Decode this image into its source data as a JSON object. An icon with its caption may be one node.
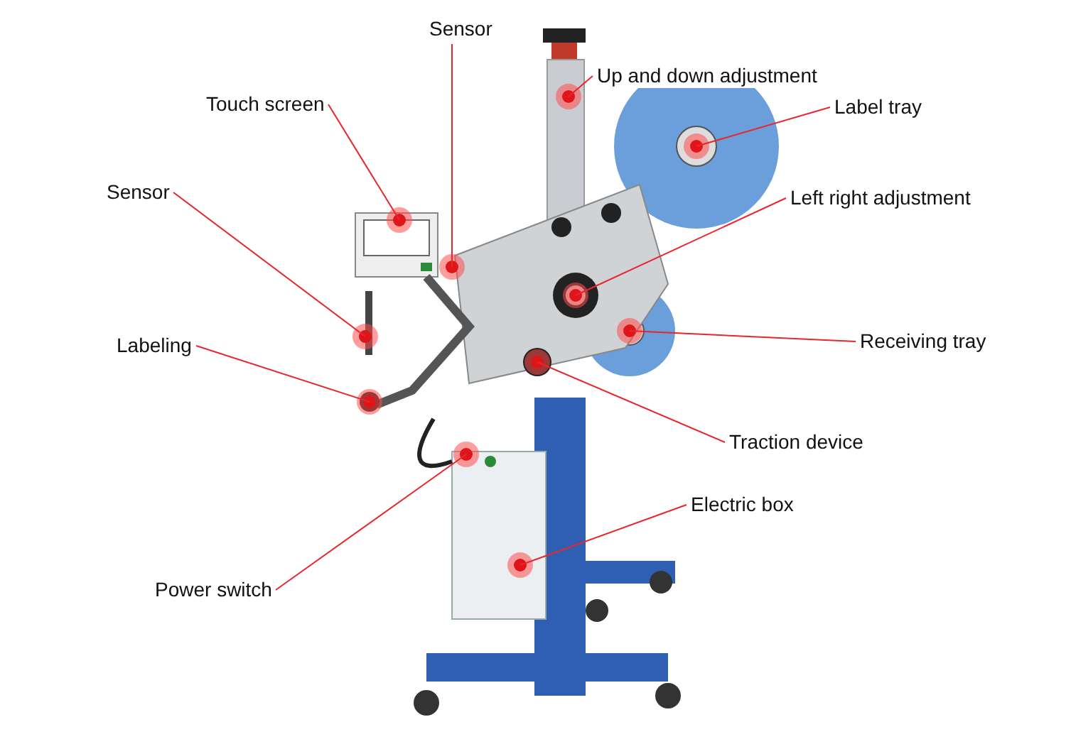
{
  "diagram": {
    "nodes": [
      {
        "text": [
          "Sensor"
        ]
      },
      {
        "text": [
          "Up and down adjustment"
        ]
      },
      {
        "text": [
          "Touch screen"
        ]
      },
      {
        "text": [
          "Label tray"
        ]
      },
      {
        "text": [
          "Left right adjustment"
        ]
      },
      {
        "text": [
          "Sensor"
        ]
      },
      {
        "text": [
          "Receiving tray"
        ]
      },
      {
        "text": [
          "Labeling"
        ]
      },
      {
        "text": [
          "Traction device"
        ]
      },
      {
        "text": [
          "Electric box"
        ]
      },
      {
        "text": [
          "Power switch"
        ]
      }
    ],
    "edges": [
      {
        "from": 0,
        "to": null,
        "arrow": "none"
      },
      {
        "from": 1,
        "to": null,
        "arrow": "none"
      },
      {
        "from": 2,
        "to": null,
        "arrow": "none"
      },
      {
        "from": 3,
        "to": null,
        "arrow": "none"
      },
      {
        "from": 4,
        "to": null,
        "arrow": "none"
      },
      {
        "from": 5,
        "to": null,
        "arrow": "none"
      },
      {
        "from": 6,
        "to": null,
        "arrow": "none"
      },
      {
        "from": 7,
        "to": null,
        "arrow": "none"
      },
      {
        "from": 8,
        "to": null,
        "arrow": "none"
      },
      {
        "from": 9,
        "to": null,
        "arrow": "none"
      },
      {
        "from": 10,
        "to": null,
        "arrow": "none"
      }
    ]
  }
}
